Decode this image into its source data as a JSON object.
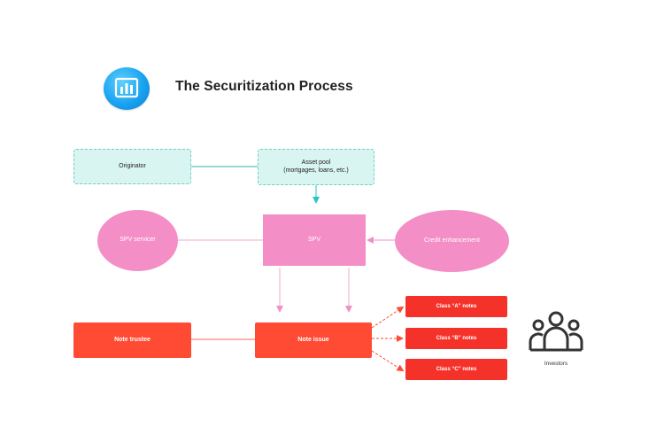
{
  "header": {
    "title": "The Securitization Process",
    "icon": "bar-chart-icon"
  },
  "nodes": {
    "originator": "Originator",
    "asset_pool_line1": "Asset pool",
    "asset_pool_line2": "(mortgages, loans, etc.)",
    "spv_servicer": "SPV servicer",
    "spv": "SPV",
    "credit_enhancement": "Credit enhancement",
    "note_trustee": "Note trustee",
    "note_issue": "Note issue",
    "class_a": "Class “A” notes",
    "class_b": "Class “B” notes",
    "class_c": "Class “C” notes",
    "investors": "Investors"
  },
  "colors": {
    "teal_box": "#d9f5f1",
    "teal_border": "#6fcfc0",
    "teal_arrow": "#26c6c6",
    "pink": "#f38fc6",
    "red": "#ff4a34",
    "note_red": "#f5322a"
  }
}
